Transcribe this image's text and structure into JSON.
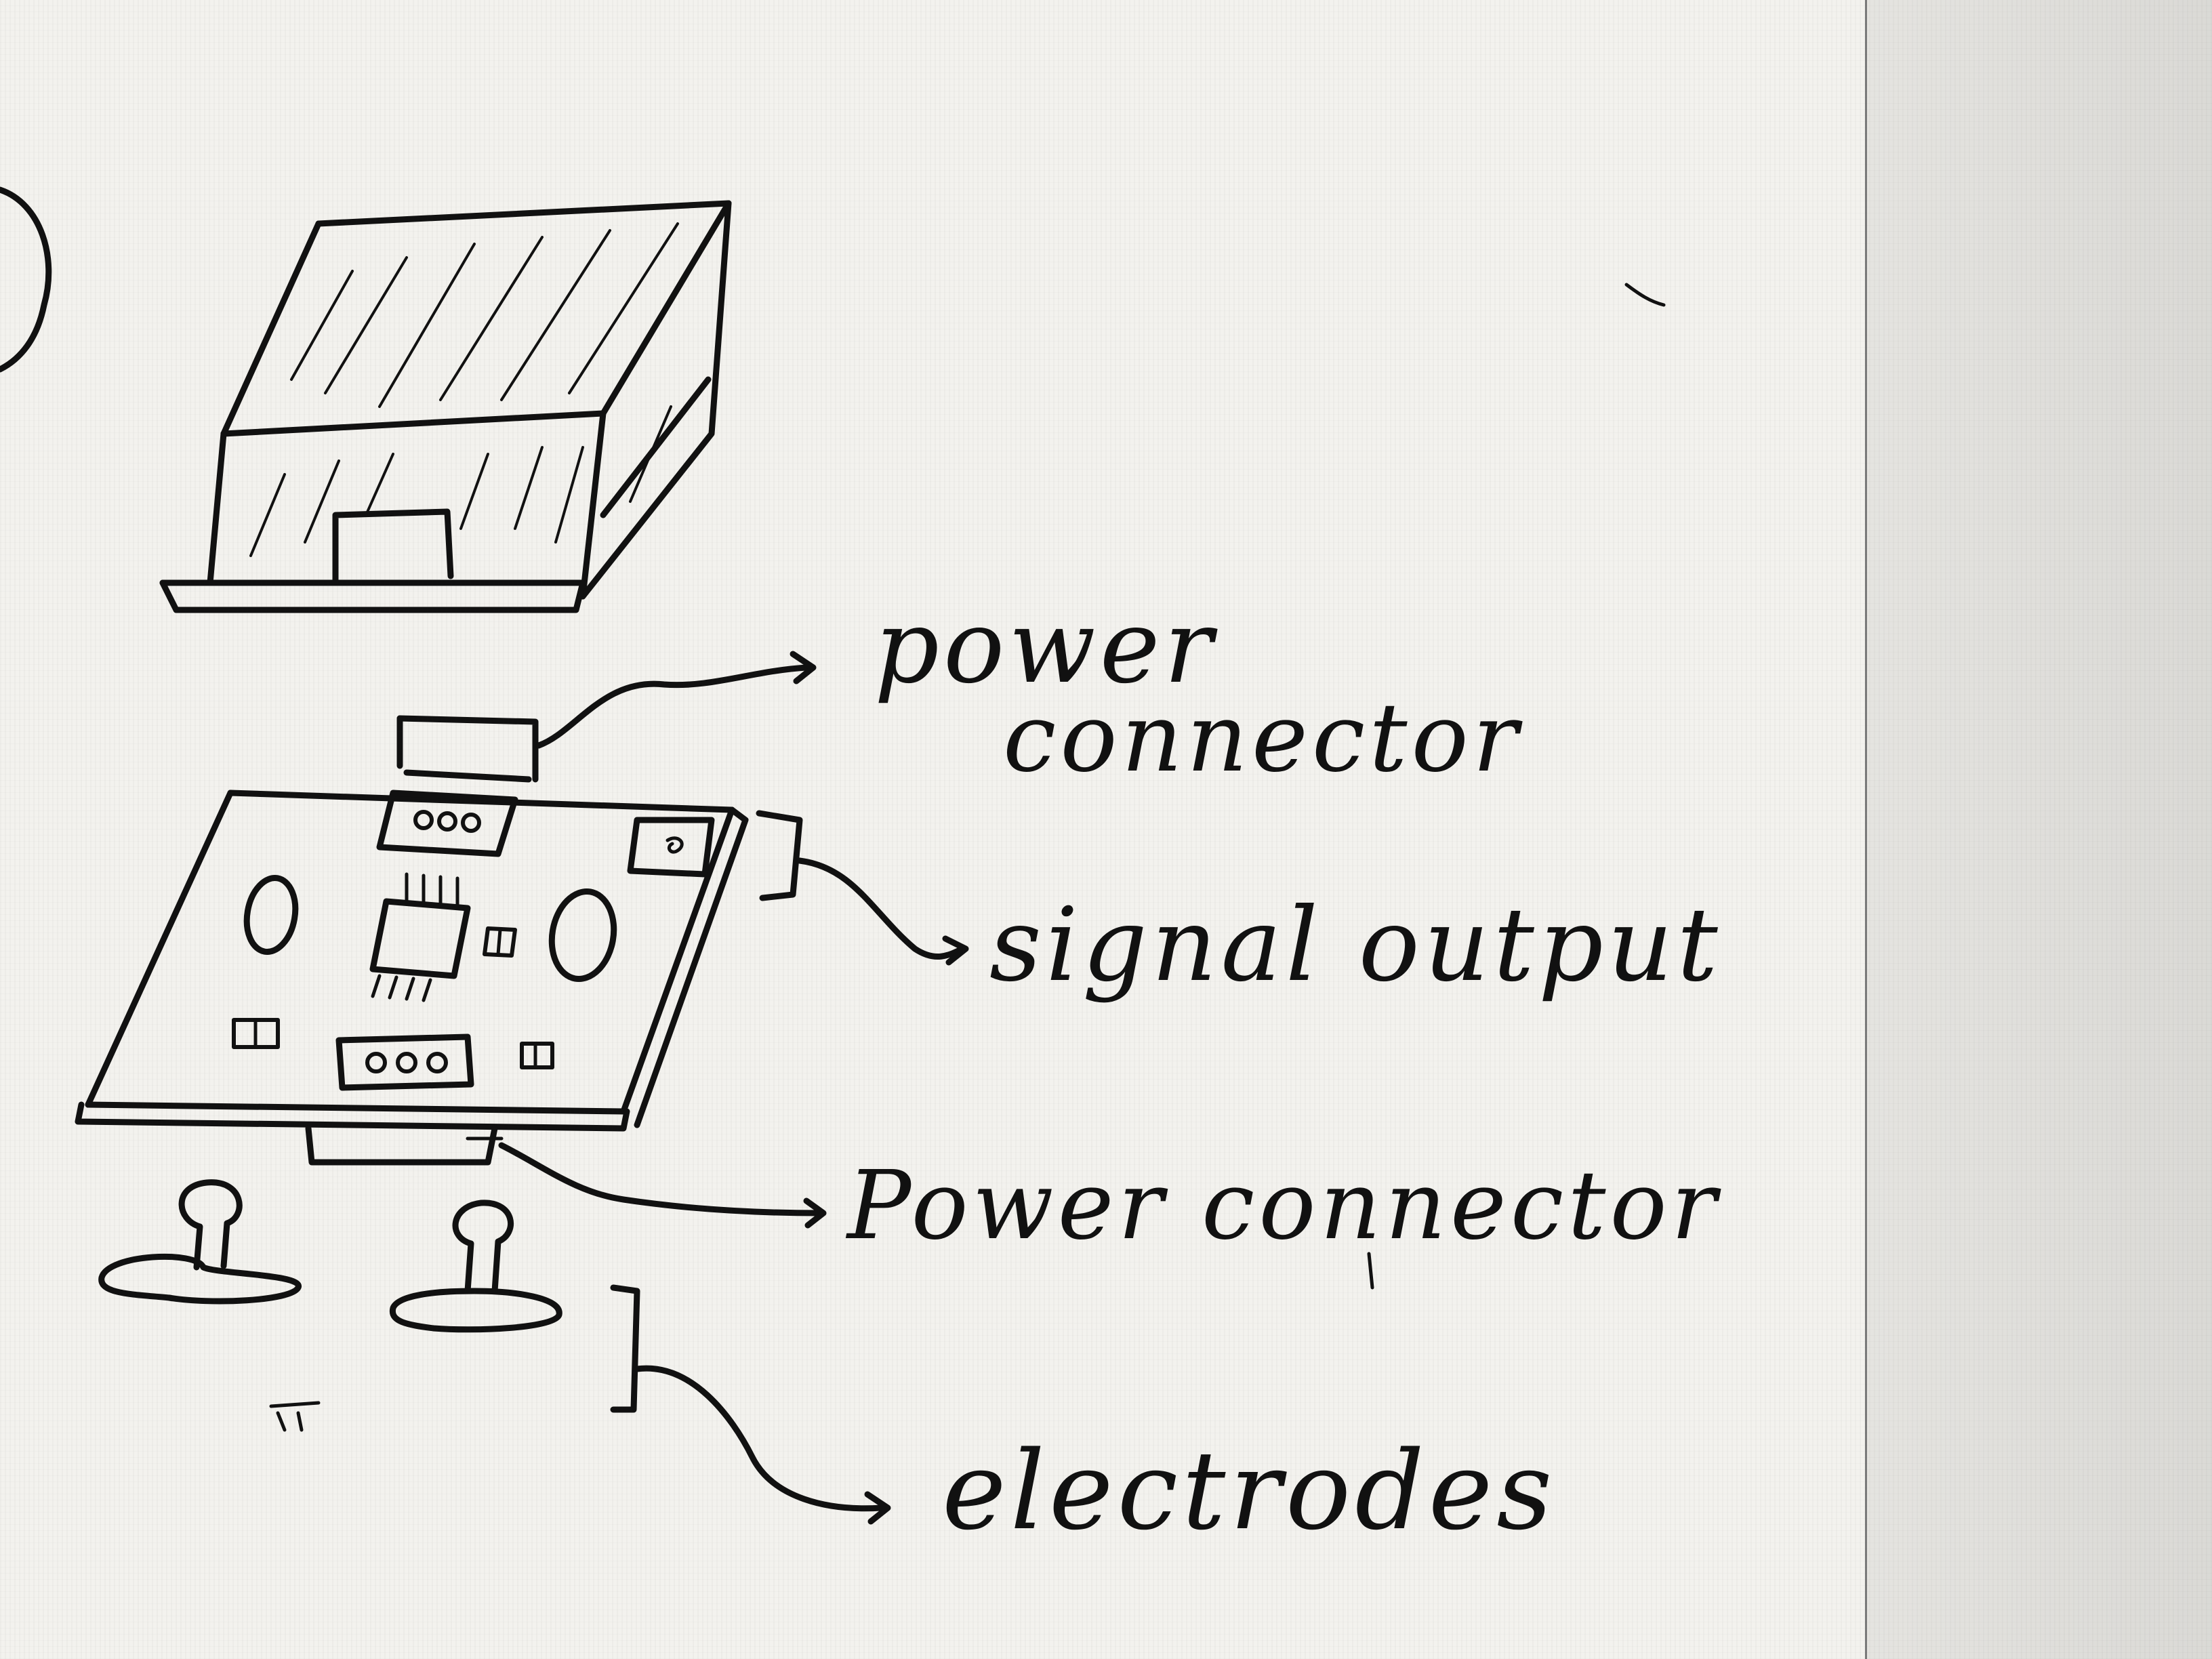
{
  "labels": {
    "power_connector_top_line1": "power",
    "power_connector_top_line2": "connector",
    "signal_output": "signal output",
    "power_connector_bottom": "Power connector",
    "electrodes": "electrodes"
  },
  "colors": {
    "paper": "#f3f2ee",
    "ink": "#111111",
    "fold_shadow": "#7a7a7a"
  }
}
